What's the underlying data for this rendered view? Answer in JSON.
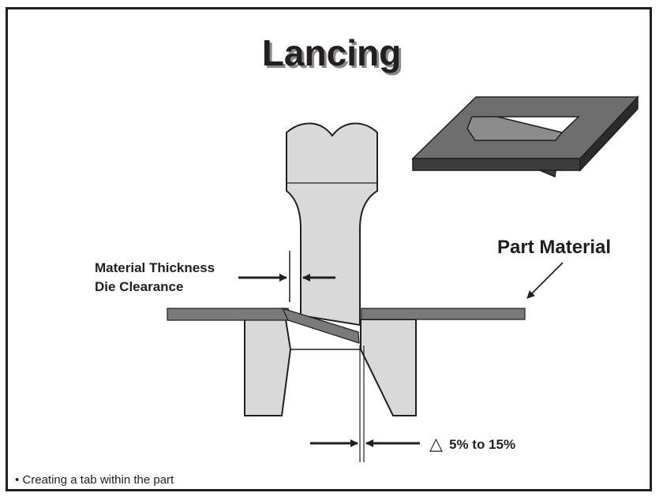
{
  "title": "Lancing",
  "labels": {
    "part_material": "Part Material",
    "material_thickness": "Material Thickness",
    "die_clearance": "Die Clearance",
    "delta_symbol": "△",
    "angle_range": "5% to 15%"
  },
  "footer_note": "• Creating a tab within the part",
  "colors": {
    "outline": "#231f20",
    "tool_fill": "#d9d9d9",
    "material_fill": "#7a7a7a",
    "iso_top": "#6e6e6e",
    "iso_side": "#3c3c3c"
  },
  "icons": [
    "arrow-right-icon",
    "arrow-left-icon",
    "delta-icon"
  ]
}
